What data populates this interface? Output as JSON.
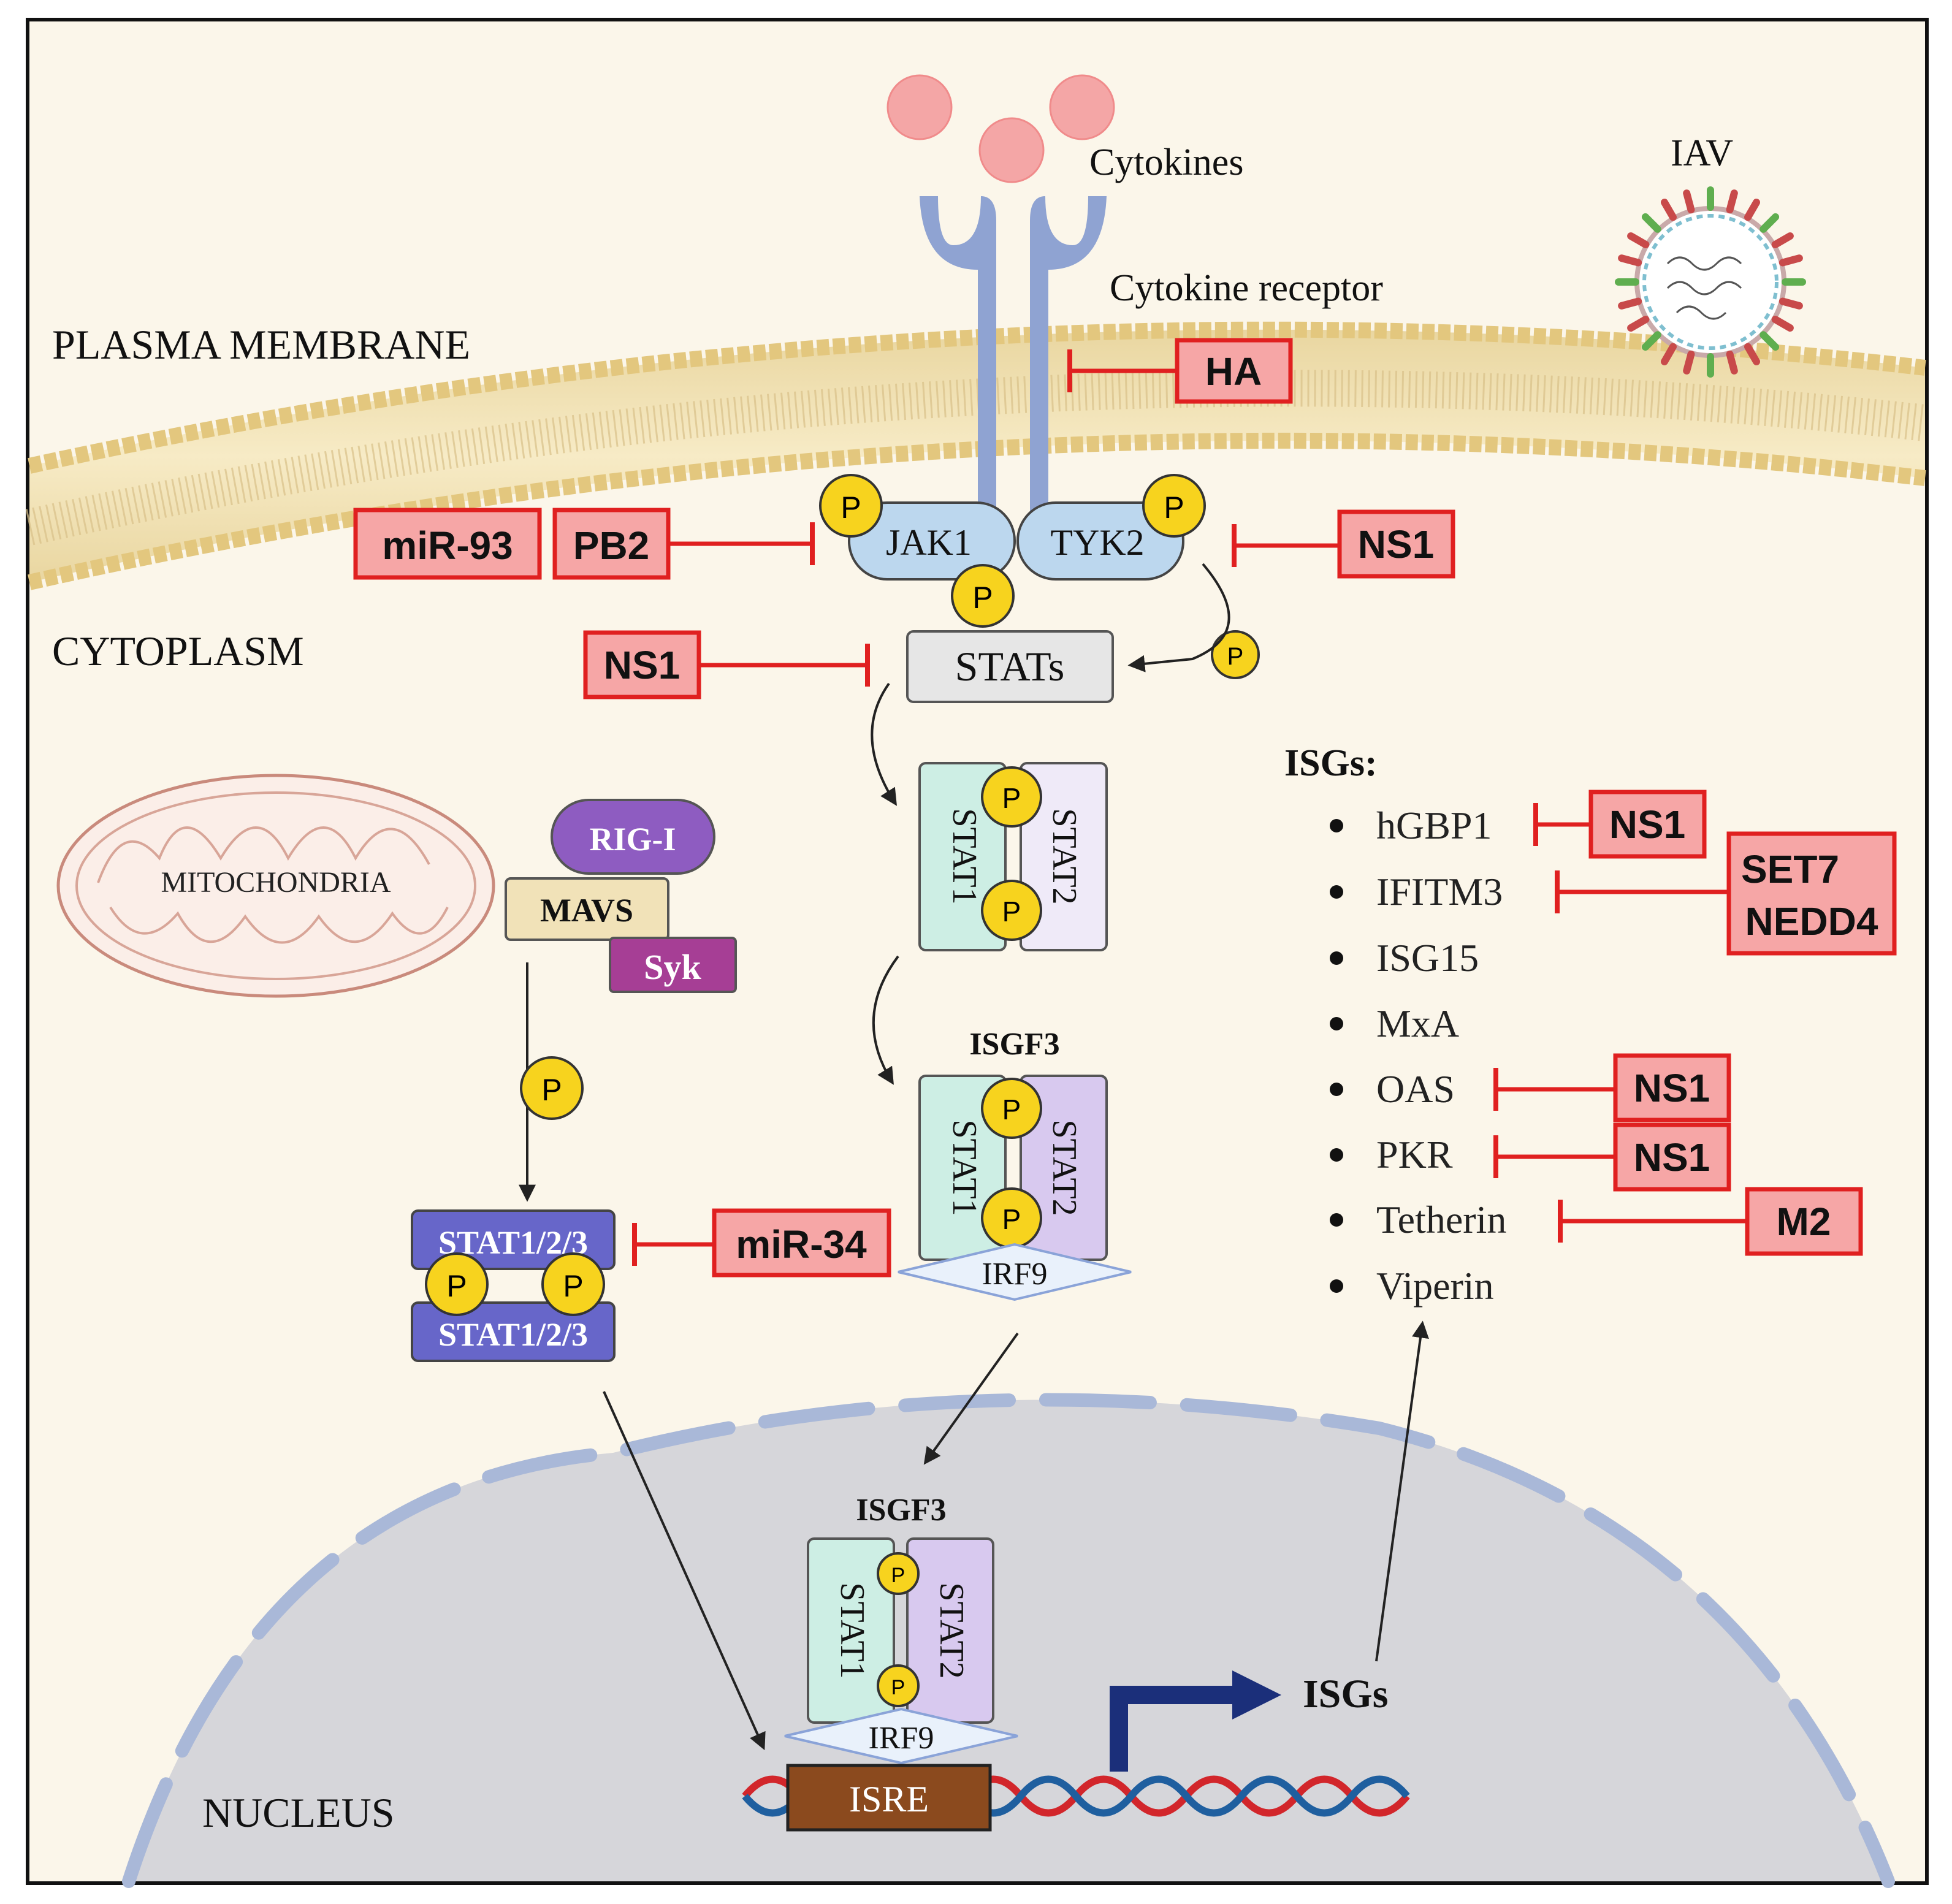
{
  "compartments": {
    "plasma_membrane": "PLASMA MEMBRANE",
    "cytoplasm": "CYTOPLASM",
    "nucleus": "NUCLEUS",
    "mitochondria": "MITOCHONDRIA"
  },
  "extracellular": {
    "cytokines": "Cytokines",
    "cytokine_receptor": "Cytokine receptor",
    "virus": "IAV"
  },
  "phospho_label": "P",
  "proteins": {
    "jak1": "JAK1",
    "tyk2": "TYK2",
    "stats": "STATs",
    "stat1": "STAT1",
    "stat2": "STAT2",
    "irf9": "IRF9",
    "isgf3": "ISGF3",
    "rig_i": "RIG-I",
    "mavs": "MAVS",
    "syk": "Syk",
    "stat123": "STAT1/2/3",
    "isre": "ISRE",
    "isgs_nucleus": "ISGs"
  },
  "inhibitors": {
    "ha": "HA",
    "mir93": "miR-93",
    "pb2": "PB2",
    "ns1_tyk2": "NS1",
    "ns1_stats": "NS1",
    "mir34": "miR-34",
    "ns1_hgbp1": "NS1",
    "set7_nedd4_line1": "SET7",
    "set7_nedd4_line2": "NEDD4",
    "ns1_oas": "NS1",
    "ns1_pkr": "NS1",
    "m2": "M2"
  },
  "isg_list": {
    "title": "ISGs:",
    "items": [
      "hGBP1",
      "IFITM3",
      "ISG15",
      "MxA",
      "OAS",
      "PKR",
      "Tetherin",
      "Viperin"
    ]
  },
  "colors": {
    "inhibitor_red": "#e02020",
    "inhibitor_fill": "#f6a6a6",
    "phospho_yellow": "#f7d31e",
    "receptor_blue": "#8fa3d2",
    "membrane_tan": "#eed9a0",
    "cytoplasm_bg": "#fbf6ea",
    "nucleus_gray": "#d6d6da"
  }
}
